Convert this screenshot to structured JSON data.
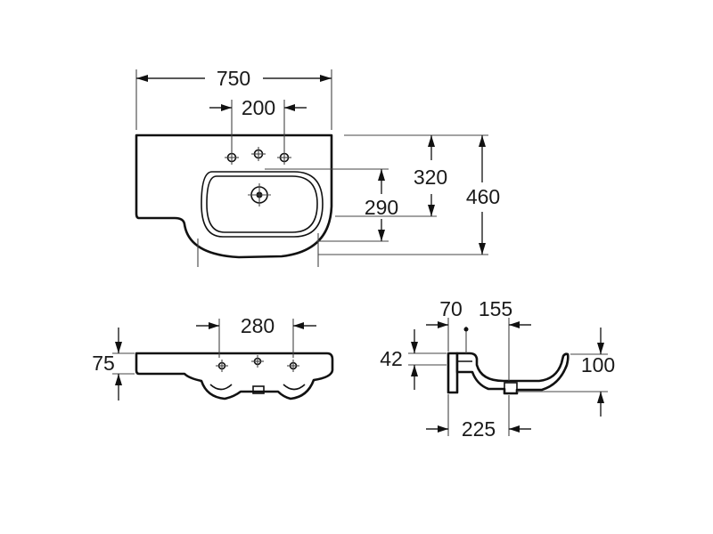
{
  "top_view": {
    "dim_overall_width": "750",
    "dim_tap_holes_span": "200",
    "dim_drain_depth": "320",
    "dim_bowl_depth": "290",
    "dim_overall_depth": "460"
  },
  "front_view": {
    "dim_holes_span": "280",
    "dim_height": "75"
  },
  "side_view": {
    "dim_wall_offset": "70",
    "dim_drain_offset": "155",
    "dim_overflow_height": "42",
    "dim_bowl_height": "100",
    "dim_fixing_depth": "225"
  }
}
